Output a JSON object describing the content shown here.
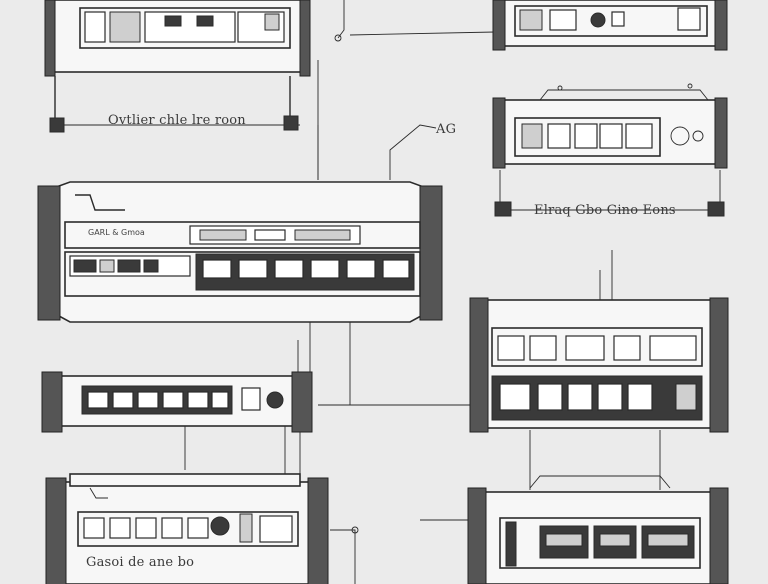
{
  "labels": {
    "top_left_caption": "Ovtlier chle lre roon",
    "right_caption": "Elraq Gbo Gino Eons",
    "connector_tag": "AG",
    "center_panel_text": "GARL & Gmoa",
    "bottom_left_caption": "Gasoi de ane bo"
  },
  "colors": {
    "background": "#ebebeb",
    "line": "#2b2b2b",
    "panel_fill": "#f7f7f7",
    "dark_fill": "#3a3a3a",
    "mid_fill": "#cfcfcf"
  },
  "devices": [
    {
      "name": "router-top-left",
      "ports": 2
    },
    {
      "name": "router-top-right",
      "ports": 3
    },
    {
      "name": "switch-right",
      "ports": 4
    },
    {
      "name": "switch-center-large",
      "ports": 6
    },
    {
      "name": "patch-panel-left",
      "ports": 6
    },
    {
      "name": "appliance-right-middle",
      "ports": 5
    },
    {
      "name": "appliance-bottom-left",
      "ports": 5
    },
    {
      "name": "rack-bottom-right",
      "ports": 3
    }
  ]
}
